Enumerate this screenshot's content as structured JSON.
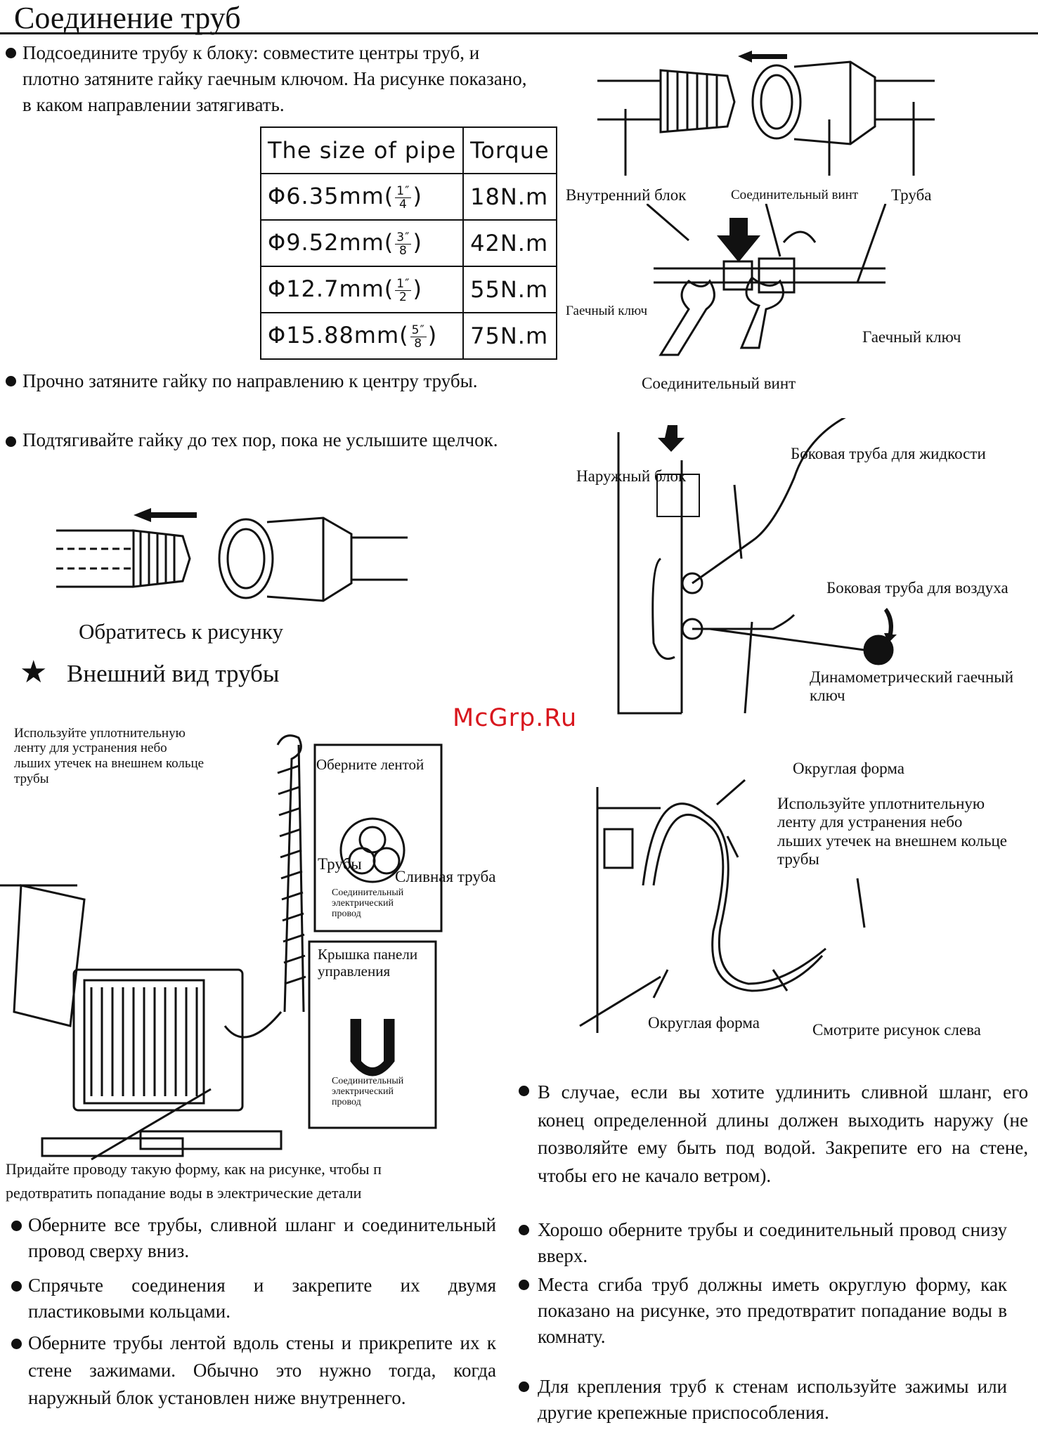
{
  "title": "Соединение труб",
  "intro": "Подсоедините трубу к блоку: совместите центры труб, и плотно затяните гайку гаечным ключом. На рисунке показано, в каком направлении затягивать.",
  "torque_table": {
    "headers": [
      "The size of pipe",
      "Torque"
    ],
    "rows": [
      {
        "size": "Φ6.35mm(",
        "num": "1″",
        "den": "4",
        "close": ")",
        "torque": "18N.m"
      },
      {
        "size": "Φ9.52mm(",
        "num": "3″",
        "den": "8",
        "close": ")",
        "torque": "42N.m"
      },
      {
        "size": "Φ12.7mm(",
        "num": "1″",
        "den": "2",
        "close": ")",
        "torque": "55N.m"
      },
      {
        "size": "Φ15.88mm(",
        "num": "5″",
        "den": "8",
        "close": ")",
        "torque": "75N.m"
      }
    ]
  },
  "bullets_top": [
    "Прочно затяните гайку по направлению к центру трубы.",
    "Подтягивайте гайку до тех пор, пока не услышите щелчок."
  ],
  "fig_refer": "Обратитесь к рисунку",
  "section_heading": {
    "star": "★",
    "text": "Внешний вид трубы"
  },
  "diagram_right_top": {
    "indoor_unit": "Внутренний блок",
    "connect_screw": "Соединительный винт",
    "pipe": "Труба",
    "wrench_left": "Гаечный ключ",
    "wrench_right": "Гаечный ключ",
    "connect_screw_bottom": "Соединительный винт"
  },
  "diagram_outdoor": {
    "outdoor_unit": "Наружный блок",
    "liquid_side": "Боковая труба для жидкости",
    "gas_side": "Боковая труба для воздуха",
    "torque_wrench_1": "Динамометрический гаечный",
    "torque_wrench_2": "ключ"
  },
  "watermark": "McGrp.Ru",
  "diagram_left": {
    "tape_note": [
      "Используйте уплотнительную",
      "ленту для устранения небо",
      "льших утечек на внешнем кольце",
      "трубы"
    ],
    "wrap_tape": "Оберните лентой",
    "pipes": "Трубы",
    "drain": "Сливная труба",
    "cable_a": [
      "Соединительный",
      "электрический",
      "провод"
    ],
    "cover": [
      "Крышка панели",
      "управления"
    ],
    "cable_b": [
      "Соединительный",
      "электрический",
      "провод"
    ],
    "caption": [
      "Придайте проводу такую форму, как на рисунке, чтобы п",
      "редотвратить попадание воды в электрические детали"
    ]
  },
  "diagram_right_bottom": {
    "round_top": "Округлая форма",
    "tape_note": [
      "Используйте уплотнительную",
      "ленту для устранения небо",
      "льших утечек на внешнем кольце",
      "трубы"
    ],
    "round_bottom": "Округлая форма",
    "see_left": "Смотрите рисунок слева"
  },
  "bullets_left_bottom": [
    "Оберните все трубы, сливной шланг и соединительный провод сверху вниз.",
    "Спрячьте соединения и закрепите их двумя пластиковыми кольцами.",
    "Оберните трубы лентой вдоль стены и прикрепите их к стене зажимами. Обычно это нужно тогда, когда наружный блок установлен ниже внутреннего."
  ],
  "bullets_right_bottom": [
    "В случае, если вы хотите удлинить сливной шланг, его конец определенной длины должен выходить наружу (не позволяйте ему быть под водой. Закрепите его на стене, чтобы его не качало ветром).",
    "Хорошо оберните трубы и соединительный провод снизу вверх.",
    "Места сгиба труб должны иметь округлую форму, как показано на рисунке, это предотвратит попадание воды в комнату.",
    "Для крепления труб к стенам используйте зажимы или другие крепежные приспособления."
  ]
}
